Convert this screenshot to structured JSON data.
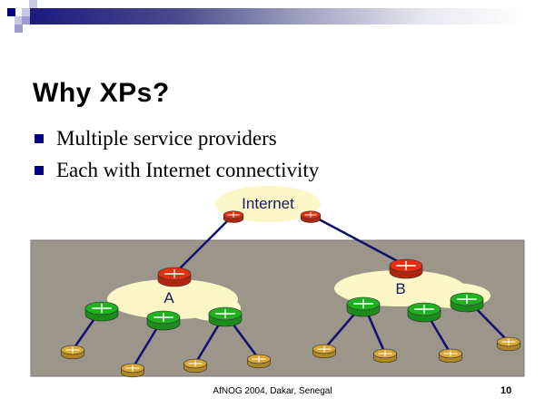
{
  "slide": {
    "title": "Why XPs?",
    "bullets": [
      "Multiple service providers",
      "Each with Internet connectivity"
    ],
    "footer": "AfNOG 2004, Dakar, Senegal",
    "page_number": "10"
  },
  "diagram": {
    "internet_label": "Internet",
    "provider_a_label": "A",
    "provider_b_label": "B",
    "colors": {
      "backbone": "#e03010",
      "provider": "#20b020",
      "customer": "#d8a830",
      "link": "#101070",
      "cloud": "#fdf7c8",
      "panel": "#9c958a"
    }
  }
}
